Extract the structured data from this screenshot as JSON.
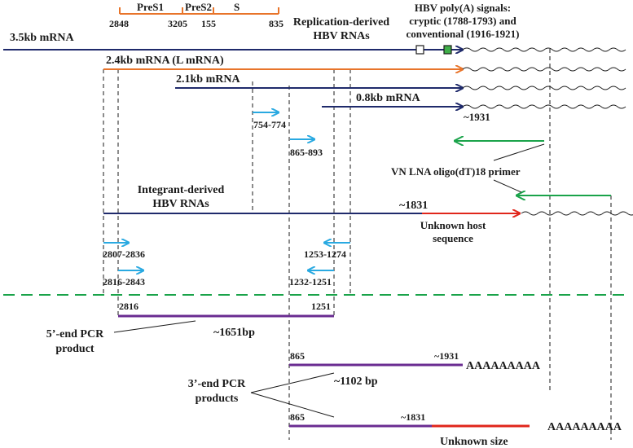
{
  "gene_map": {
    "segments": [
      "PreS1",
      "PreS2",
      "S"
    ],
    "coordinates": [
      "2848",
      "3205",
      "155",
      "835"
    ]
  },
  "headers": {
    "replication": [
      "Replication-derived",
      "HBV RNAs"
    ],
    "polya": [
      "HBV poly(A) signals:",
      "cryptic (1788-1793) and",
      "conventional (1916-1921)"
    ]
  },
  "transcripts": {
    "mrna_35": "3.5kb mRNA",
    "mrna_24": "2.4kb mRNA (L mRNA)",
    "mrna_21": "2.1kb mRNA",
    "mrna_08": "0.8kb mRNA",
    "end_1931": "~1931"
  },
  "primers": {
    "p754": "754-774",
    "p865": "865-893",
    "oligo_dt": "VN LNA oligo(dT)18 primer",
    "p2807": "2807-2836",
    "p2816": "2816-2843",
    "p1253": "1253-1274",
    "p1232": "1232-1251"
  },
  "integrant": {
    "title": [
      "Integrant-derived",
      "HBV RNAs"
    ],
    "end_1831": "~1831",
    "host": [
      "Unknown host",
      "sequence"
    ]
  },
  "products": {
    "five_start": "2816",
    "five_end": "1251",
    "five_size": "~1651bp",
    "five_label": [
      "5’-end PCR",
      "product"
    ],
    "three_a_start": "865",
    "three_a_end": "~1931",
    "three_a_tail": "AAAAAAAAA",
    "three_a_size": "~1102 bp",
    "three_label": [
      "3’-end PCR",
      "products"
    ],
    "three_b_start": "865",
    "three_b_end": "~1831",
    "three_b_tail": "AAAAAAAAA",
    "three_b_size": "Unknown size"
  },
  "colors": {
    "navy": "#1f2a6b",
    "orange": "#e8742a",
    "cyan": "#29a9e1",
    "green": "#1aa34a",
    "purple": "#6a2c91",
    "red": "#e0261b"
  }
}
